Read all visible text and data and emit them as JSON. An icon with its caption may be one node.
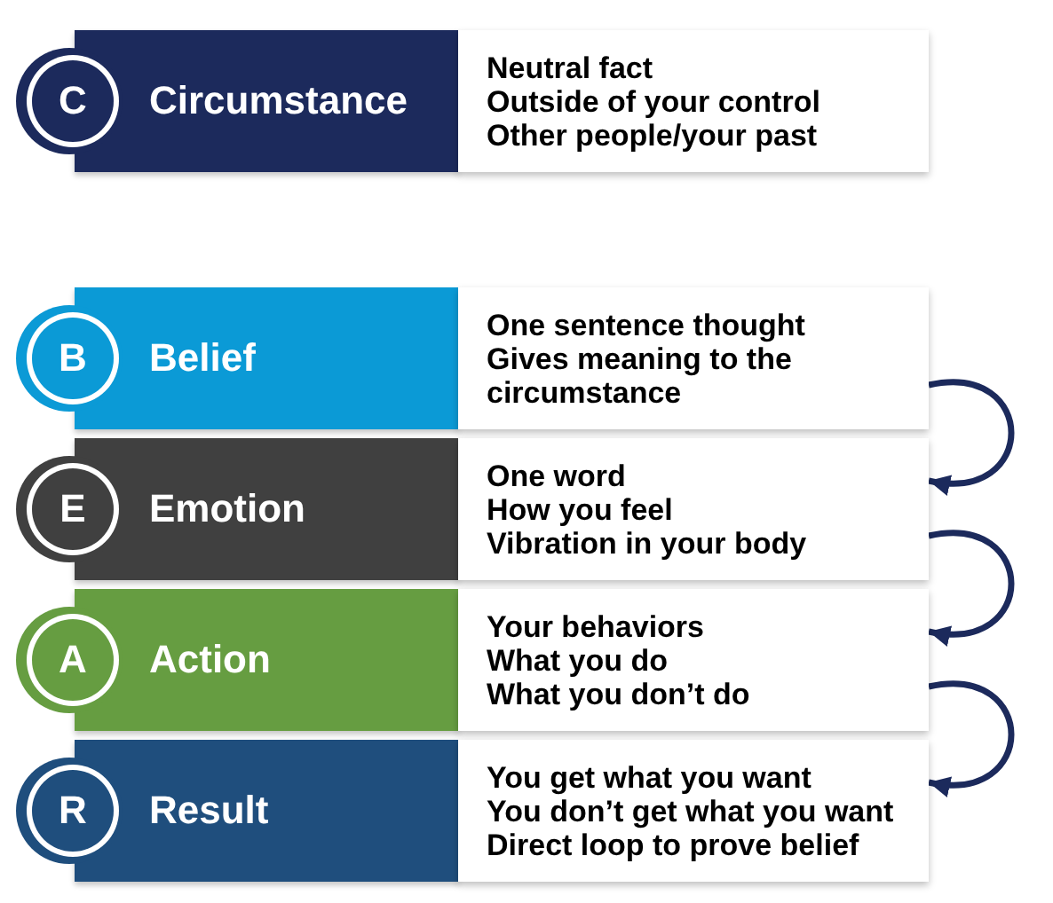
{
  "diagram": {
    "nodes": [
      {
        "text": [
          "C"
        ]
      },
      {
        "text": [
          "Circumstance"
        ]
      },
      {
        "text": [
          "Neutral fact",
          "Outside of your control",
          "Other people/your past"
        ]
      },
      {
        "text": [
          "B"
        ]
      },
      {
        "text": [
          "Belief"
        ]
      },
      {
        "text": [
          "One sentence thought",
          "Gives meaning to the circumstance"
        ]
      },
      {
        "text": [
          "E"
        ]
      },
      {
        "text": [
          "Emotion"
        ]
      },
      {
        "text": [
          "One word",
          "How you feel",
          "Vibration in your body"
        ]
      },
      {
        "text": [
          "A"
        ]
      },
      {
        "text": [
          "Action"
        ]
      },
      {
        "text": [
          "Your behaviors",
          "What you do",
          "What you don’t do"
        ]
      },
      {
        "text": [
          "R"
        ]
      },
      {
        "text": [
          "Result"
        ]
      },
      {
        "text": [
          "You get what you want",
          "You don’t get what you want",
          "Direct loop to prove belief"
        ]
      }
    ],
    "edges": [
      {
        "from": 5,
        "to": 8,
        "arrow": "to"
      },
      {
        "from": 8,
        "to": 11,
        "arrow": "to"
      },
      {
        "from": 11,
        "to": 14,
        "arrow": "to"
      }
    ]
  }
}
